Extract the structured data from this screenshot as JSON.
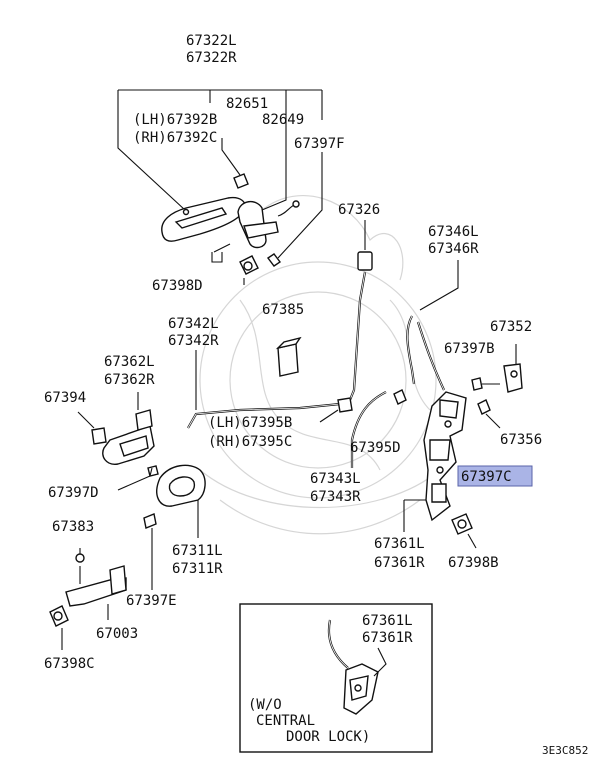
{
  "diagram_code": "3E3C852",
  "highlight_color": "#aab4e6",
  "highlighted_part": "67397C",
  "labels": {
    "p67322L": "67322L",
    "p67322R": "67322R",
    "p82651": "82651",
    "lh67392B": "(LH)67392B",
    "p82649": "82649",
    "rh67392C": "(RH)67392C",
    "p67397F": "67397F",
    "p67326": "67326",
    "p67346L": "67346L",
    "p67346R": "67346R",
    "p67398D": "67398D",
    "p67385": "67385",
    "p67342L": "67342L",
    "p67342R": "67342R",
    "p67352": "67352",
    "p67362L": "67362L",
    "p67362R": "67362R",
    "p67397B": "67397B",
    "p67394": "67394",
    "lh67395B": "(LH)67395B",
    "rh67395C": "(RH)67395C",
    "p67356": "67356",
    "p67395D": "67395D",
    "p67397C": "67397C",
    "p67397D": "67397D",
    "p67343L": "67343L",
    "p67343R": "67343R",
    "p67383": "67383",
    "p67361L": "67361L",
    "p67361R": "67361R",
    "p67398B": "67398B",
    "p67311L": "67311L",
    "p67311R": "67311R",
    "p67397E": "67397E",
    "p67003": "67003",
    "p67398C": "67398C",
    "inset_p67361L": "67361L",
    "inset_p67361R": "67361R",
    "inset_note_line1": "(W/O",
    "inset_note_line2": "CENTRAL",
    "inset_note_line3": "DOOR LOCK)"
  }
}
